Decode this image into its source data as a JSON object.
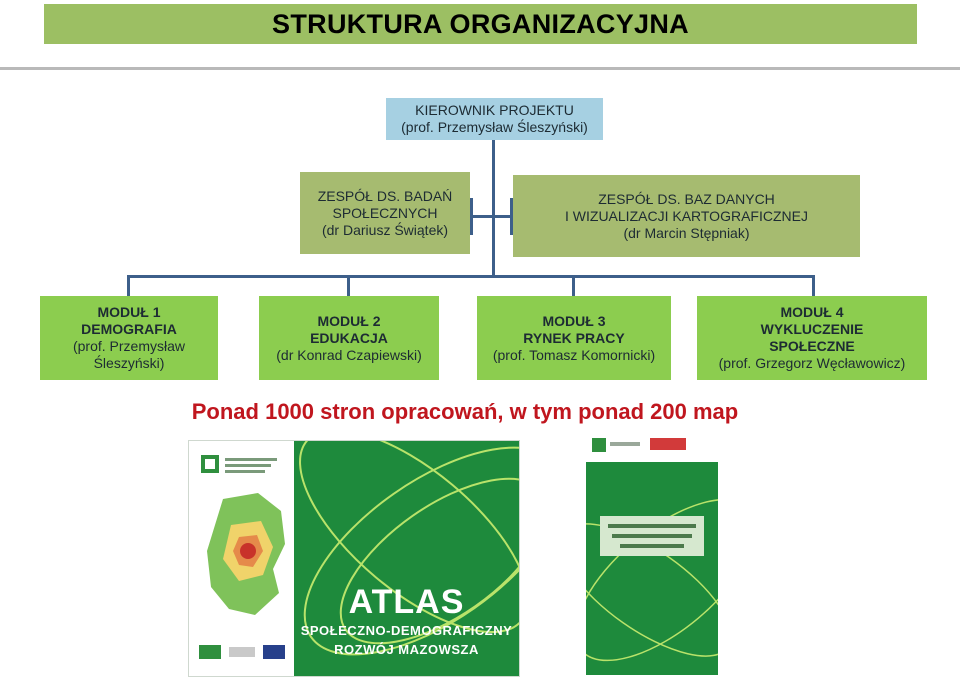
{
  "title": "STRUKTURA ORGANIZACYJNA",
  "head": {
    "line1": "KIEROWNIK PROJEKTU",
    "line2": "(prof. Przemysław Śleszyński)"
  },
  "teams": [
    {
      "line1": "ZESPÓŁ DS. BADAŃ",
      "line2": "SPOŁECZNYCH",
      "line3": "(dr Dariusz Świątek)"
    },
    {
      "line1": "ZESPÓŁ DS. BAZ DANYCH",
      "line2": "I WIZUALIZACJI KARTOGRAFICZNEJ",
      "line3": "(dr Marcin Stępniak)"
    }
  ],
  "modules": [
    {
      "line1": "MODUŁ 1",
      "line2": "DEMOGRAFIA",
      "line3": "(prof. Przemysław",
      "line4": "Śleszyński)"
    },
    {
      "line1": "MODUŁ 2",
      "line2": "EDUKACJA",
      "line3": "(dr Konrad Czapiewski)"
    },
    {
      "line1": "MODUŁ 3",
      "line2": "RYNEK PRACY",
      "line3": "(prof. Tomasz Komornicki)"
    },
    {
      "line1": "MODUŁ 4",
      "line2": "WYKLUCZENIE",
      "line3": "SPOŁECZNE",
      "line4": "(prof. Grzegorz Węcławowicz)"
    }
  ],
  "tagline": "Ponad 1000 stron opracowań, w tym ponad 200 map",
  "cover1": {
    "title": "ATLAS",
    "subtitle_line1": "SPOŁECZNO-DEMOGRAFICZNY",
    "subtitle_line2": "ROZWÓJ MAZOWSZA"
  },
  "colors": {
    "title_bg": "#9cbf63",
    "head_bg": "#a6d0e2",
    "team_bg": "#a6bb70",
    "module_bg": "#8ccd4f",
    "connector": "#3d5f8a",
    "tagline": "#c0161e",
    "cover_green": "#1e8a3c"
  }
}
